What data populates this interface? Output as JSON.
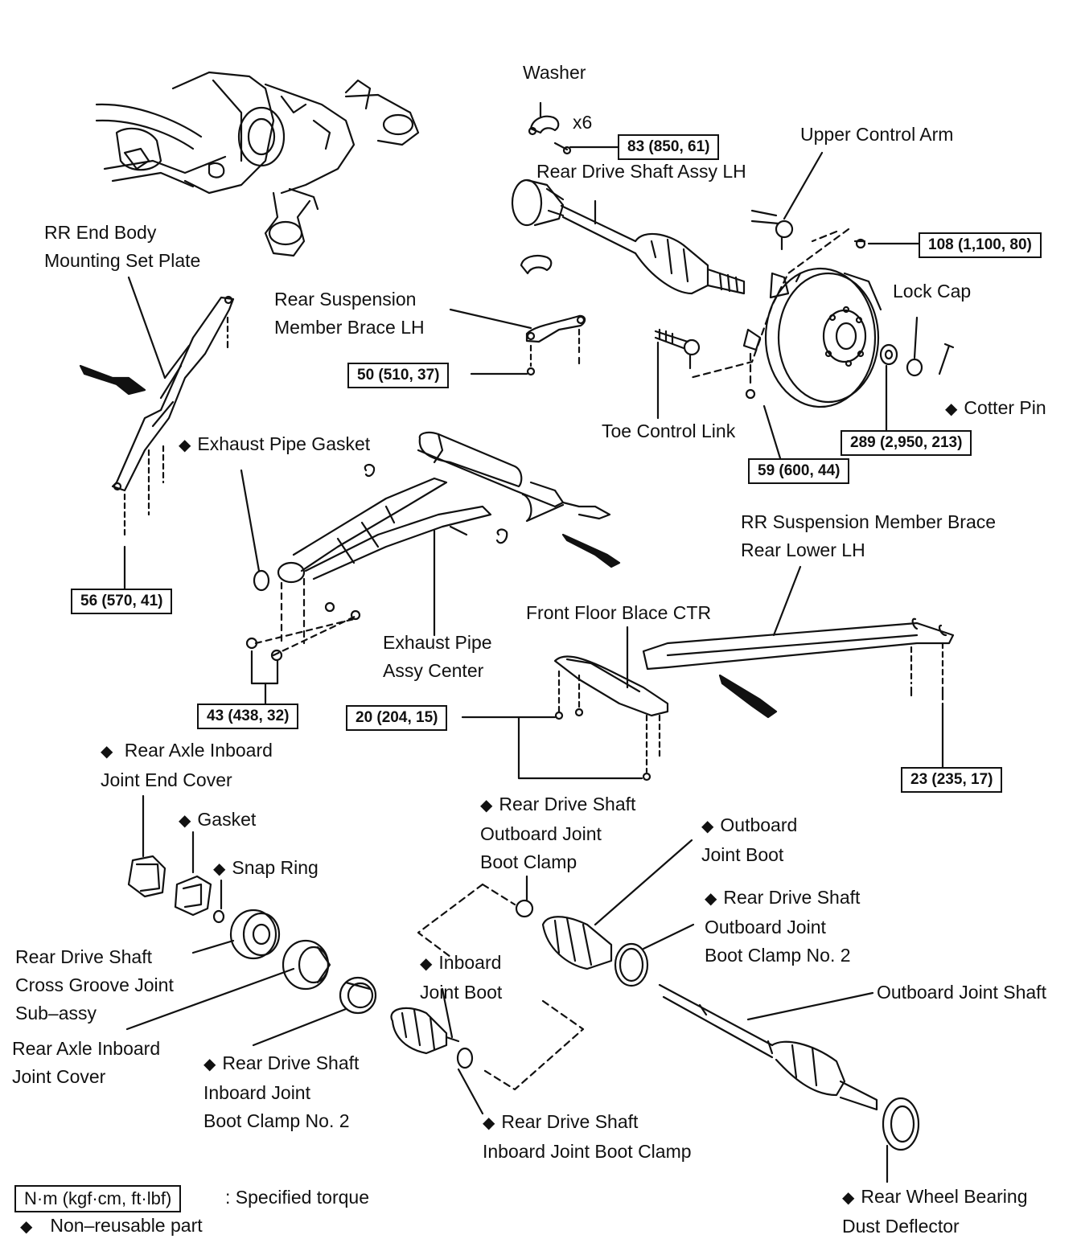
{
  "labels": {
    "washer": "Washer",
    "x6": "x6",
    "upper_control_arm": "Upper Control Arm",
    "rear_drive_shaft_assy_lh": "Rear Drive Shaft Assy LH",
    "rr_end_body_mounting_set_plate": [
      "RR End Body",
      "Mounting Set Plate"
    ],
    "rear_suspension_member_brace_lh": [
      "Rear Suspension",
      "Member Brace LH"
    ],
    "lock_cap": "Lock Cap",
    "cotter_pin": "Cotter Pin",
    "toe_control_link": "Toe Control Link",
    "exhaust_pipe_gasket": "Exhaust Pipe Gasket",
    "rr_suspension_member_brace_rear_lower_lh": [
      "RR Suspension Member Brace",
      "Rear Lower LH"
    ],
    "front_floor_blace_ctr": "Front Floor Blace CTR",
    "exhaust_pipe_assy_center": [
      "Exhaust Pipe",
      "Assy Center"
    ],
    "rear_axle_inboard_joint_end_cover": [
      "Rear Axle Inboard",
      "Joint End Cover"
    ],
    "gasket": "Gasket",
    "snap_ring": "Snap Ring",
    "rear_drive_shaft_outboard_joint_boot_clamp": [
      "Rear Drive Shaft",
      "Outboard Joint",
      "Boot Clamp"
    ],
    "outboard_joint_boot": [
      "Outboard",
      "Joint Boot"
    ],
    "rear_drive_shaft_outboard_joint_boot_clamp_no2": [
      "Rear Drive Shaft",
      "Outboard Joint",
      "Boot Clamp No. 2"
    ],
    "rear_drive_shaft_cross_groove_joint": [
      "Rear Drive Shaft",
      "Cross Groove Joint",
      "Sub–assy"
    ],
    "inboard_joint_boot": [
      "Inboard",
      "Joint Boot"
    ],
    "outboard_joint_shaft": "Outboard Joint Shaft",
    "rear_axle_inboard_joint_cover": [
      "Rear Axle Inboard",
      "Joint Cover"
    ],
    "rear_drive_shaft_inboard_joint_boot_clamp_no2": [
      "Rear Drive Shaft",
      "Inboard Joint",
      "Boot Clamp No. 2"
    ],
    "rear_drive_shaft_inboard_joint_boot_clamp": [
      "Rear Drive Shaft",
      "Inboard Joint Boot Clamp"
    ],
    "rear_wheel_bearing_dust_deflector": [
      "Rear Wheel Bearing",
      "Dust Deflector"
    ]
  },
  "torques": {
    "t83": "83 (850, 61)",
    "t108": "108 (1,100, 80)",
    "t50": "50 (510, 37)",
    "t289": "289 (2,950, 213)",
    "t59": "59 (600, 44)",
    "t56": "56 (570, 41)",
    "t43": "43 (438, 32)",
    "t20": "20 (204, 15)",
    "t23": "23 (235, 17)"
  },
  "legend": {
    "unit_box": "N·m (kgf·cm, ft·lbf)",
    "unit_text": ": Specified torque",
    "nonreusable_text": "Non–reusable part"
  },
  "symbols": {
    "diamond": "◆"
  }
}
